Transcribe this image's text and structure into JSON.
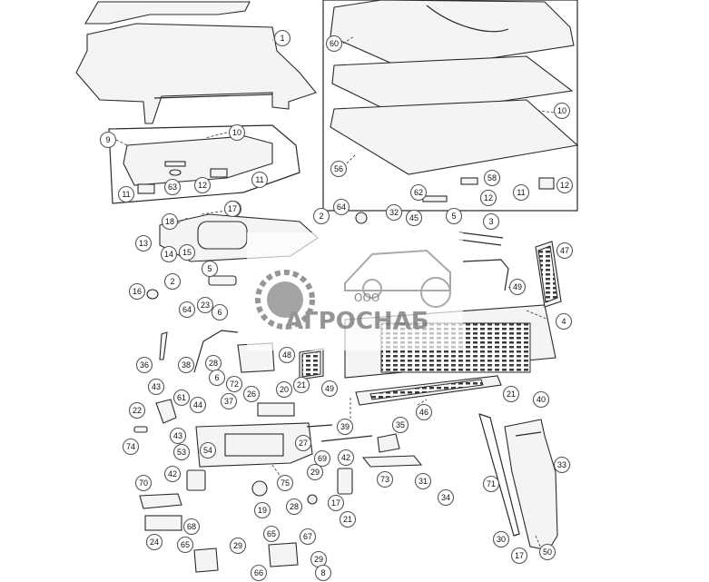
{
  "watermark": {
    "small_text": "ООО",
    "brand_text": "АГРОСНАБ",
    "color": "#8a8a8a"
  },
  "callouts": [
    {
      "label": "1"
    },
    {
      "label": "9"
    },
    {
      "label": "10"
    },
    {
      "label": "63"
    },
    {
      "label": "12"
    },
    {
      "label": "11"
    },
    {
      "label": "11"
    },
    {
      "label": "60"
    },
    {
      "label": "10"
    },
    {
      "label": "56"
    },
    {
      "label": "58"
    },
    {
      "label": "62"
    },
    {
      "label": "12"
    },
    {
      "label": "11"
    },
    {
      "label": "12"
    },
    {
      "label": "17"
    },
    {
      "label": "18"
    },
    {
      "label": "13"
    },
    {
      "label": "14"
    },
    {
      "label": "15"
    },
    {
      "label": "2"
    },
    {
      "label": "64"
    },
    {
      "label": "32"
    },
    {
      "label": "45"
    },
    {
      "label": "5"
    },
    {
      "label": "3"
    },
    {
      "label": "47"
    },
    {
      "label": "5"
    },
    {
      "label": "2"
    },
    {
      "label": "16"
    },
    {
      "label": "64"
    },
    {
      "label": "23"
    },
    {
      "label": "6"
    },
    {
      "label": "49"
    },
    {
      "label": "4"
    },
    {
      "label": "36"
    },
    {
      "label": "28"
    },
    {
      "label": "38"
    },
    {
      "label": "72"
    },
    {
      "label": "6"
    },
    {
      "label": "48"
    },
    {
      "label": "26"
    },
    {
      "label": "43"
    },
    {
      "label": "61"
    },
    {
      "label": "22"
    },
    {
      "label": "44"
    },
    {
      "label": "37"
    },
    {
      "label": "20"
    },
    {
      "label": "21"
    },
    {
      "label": "49"
    },
    {
      "label": "46"
    },
    {
      "label": "21"
    },
    {
      "label": "40"
    },
    {
      "label": "43"
    },
    {
      "label": "39"
    },
    {
      "label": "35"
    },
    {
      "label": "74"
    },
    {
      "label": "53"
    },
    {
      "label": "54"
    },
    {
      "label": "27"
    },
    {
      "label": "69"
    },
    {
      "label": "17"
    },
    {
      "label": "42"
    },
    {
      "label": "42"
    },
    {
      "label": "73"
    },
    {
      "label": "33"
    },
    {
      "label": "29"
    },
    {
      "label": "75"
    },
    {
      "label": "70"
    },
    {
      "label": "71"
    },
    {
      "label": "31"
    },
    {
      "label": "34"
    },
    {
      "label": "19"
    },
    {
      "label": "28"
    },
    {
      "label": "17"
    },
    {
      "label": "21"
    },
    {
      "label": "68"
    },
    {
      "label": "24"
    },
    {
      "label": "65"
    },
    {
      "label": "67"
    },
    {
      "label": "65"
    },
    {
      "label": "29"
    },
    {
      "label": "29"
    },
    {
      "label": "30"
    },
    {
      "label": "17"
    },
    {
      "label": "50"
    },
    {
      "label": "66"
    },
    {
      "label": "8"
    }
  ]
}
